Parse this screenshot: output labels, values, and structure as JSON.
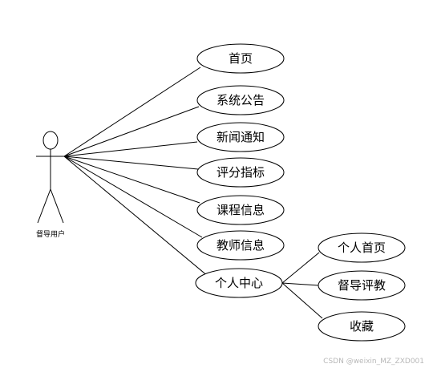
{
  "actor": {
    "label": "督导用户"
  },
  "use_cases": [
    {
      "id": "home",
      "label": "首页"
    },
    {
      "id": "announcement",
      "label": "系统公告"
    },
    {
      "id": "news",
      "label": "新闻通知"
    },
    {
      "id": "scoring",
      "label": "评分指标"
    },
    {
      "id": "course",
      "label": "课程信息"
    },
    {
      "id": "teacher",
      "label": "教师信息"
    },
    {
      "id": "personal-center",
      "label": "个人中心"
    }
  ],
  "sub_use_cases": [
    {
      "id": "personal-home",
      "label": "个人首页",
      "parent": "personal-center"
    },
    {
      "id": "supervision-evaluation",
      "label": "督导评教",
      "parent": "personal-center"
    },
    {
      "id": "favorites",
      "label": "收藏",
      "parent": "personal-center"
    }
  ],
  "watermark": "CSDN @weixin_MZ_ZXD001"
}
